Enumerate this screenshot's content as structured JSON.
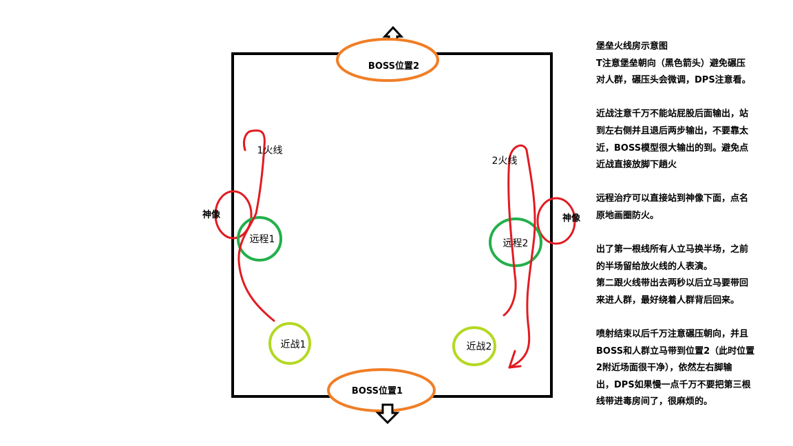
{
  "diagram": {
    "boss_position_2": "BOSS位置2",
    "boss_position_1": "BOSS位置1",
    "fire_line_1": "1火线",
    "fire_line_2": "2火线",
    "statue_left": "神像",
    "statue_right": "神像",
    "ranged_1": "远程1",
    "ranged_2": "远程2",
    "melee_1": "近战1",
    "melee_2": "近战2"
  },
  "colors": {
    "arena_border": "#000000",
    "boss_ring": "#f07e26",
    "fire_line": "#e11b22",
    "ranged_ring": "#22b04b",
    "melee_ring": "#b4d822"
  },
  "notes": {
    "title": "堡垒火线房示意图",
    "p1": "T注意堡垒朝向（黑色箭头）避免碾压\n对人群，碾压头会微调，DPS注意看。",
    "p2": "近战注意千万不能站屁股后面输出，站\n到左右侧并且退后两步输出，不要靠太\n近，BOSS模型很大输出的到。避免点\n近战直接放脚下趟火",
    "p3": "远程治疗可以直接站到神像下面，点名\n原地画圈防火。",
    "p4a": "出了第一根线所有人立马换半场，之前\n的半场留给放火线的人表演。",
    "p4b": "第二跟火线带出去两秒以后立马要带回\n来进人群，最好绕着人群背后回来。",
    "p5": "喷射结束以后千万注意碾压朝向，并且\nBOSS和人群立马带到位置2（此时位置\n2附近场面很干净），依然左右脚输\n出，DPS如果慢一点千万不要把第三根\n线带进毒房间了，很麻烦的。"
  }
}
